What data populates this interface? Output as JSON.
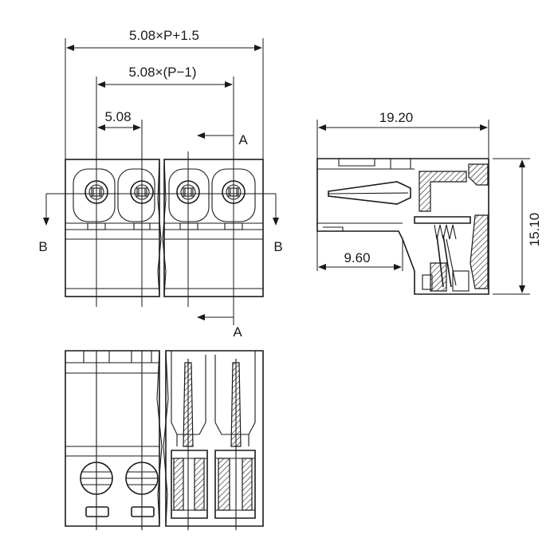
{
  "dimensions": {
    "overall_width": "5.08×P+1.5",
    "inner_width": "5.08×(P−1)",
    "pitch": "5.08",
    "depth": "19.20",
    "height": "15.10",
    "offset": "9.60"
  },
  "section_labels": {
    "a_top": "A",
    "a_bottom": "A",
    "b_left": "B",
    "b_right": "B"
  }
}
